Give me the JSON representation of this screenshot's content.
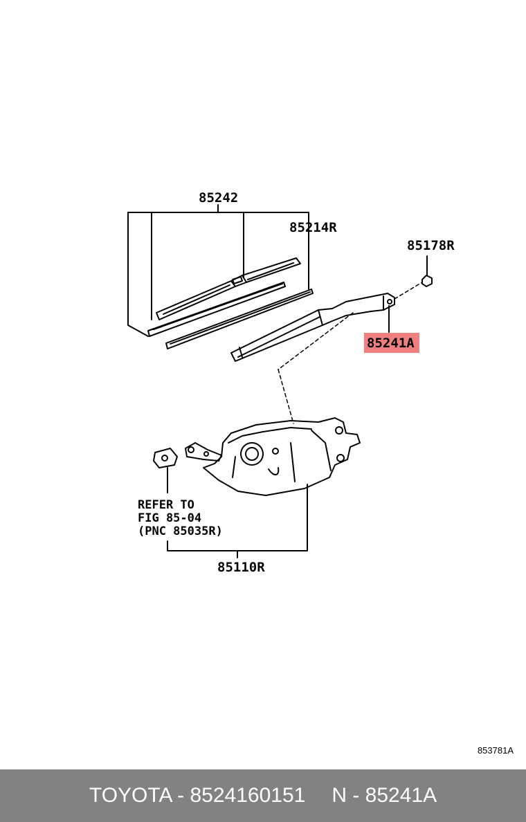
{
  "diagram": {
    "labels": {
      "blade_assy": "85242",
      "blade_rubber": "85214R",
      "nut": "85178R",
      "arm": "85241A",
      "motor": "85110R",
      "refer_line1": "REFER TO",
      "refer_line2": "FIG 85-04",
      "refer_line3": "(PNC 85035R)"
    },
    "highlight_color": "#f08080",
    "diagram_code": "853781A"
  },
  "footer": {
    "part_text": "TOYOTA - 8524160151",
    "pnc_text": "N - 85241A"
  }
}
